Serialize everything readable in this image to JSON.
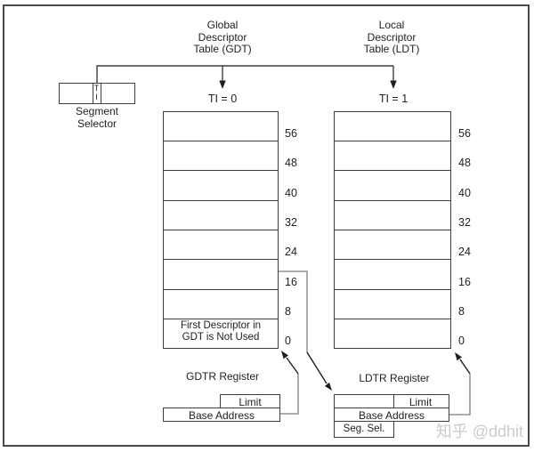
{
  "titles": {
    "gdt": {
      "line1": "Global",
      "line2": "Descriptor",
      "line3": "Table (GDT)"
    },
    "ldt": {
      "line1": "Local",
      "line2": "Descriptor",
      "line3": "Table (LDT)"
    }
  },
  "selector": {
    "label_line1": "Segment",
    "label_line2": "Selector",
    "ti_top": "T",
    "ti_bottom": "I"
  },
  "ti_labels": {
    "gdt": "TI = 0",
    "ldt": "TI = 1"
  },
  "tables": {
    "offsets": [
      "56",
      "48",
      "40",
      "32",
      "24",
      "16",
      "8",
      "0"
    ],
    "gdt_note_line1": "First Descriptor in",
    "gdt_note_line2": "GDT is Not Used"
  },
  "registers": {
    "gdtr": {
      "title": "GDTR Register",
      "limit": "Limit",
      "base": "Base Address"
    },
    "ldtr": {
      "title": "LDTR Register",
      "limit": "Limit",
      "base": "Base Address",
      "seg_sel": "Seg. Sel."
    }
  },
  "watermark": "知乎 @ddhit",
  "colors": {
    "line": "#3d3d3d",
    "connector": "#909090",
    "text": "#1f1f1f",
    "watermark": "#cccccc"
  }
}
